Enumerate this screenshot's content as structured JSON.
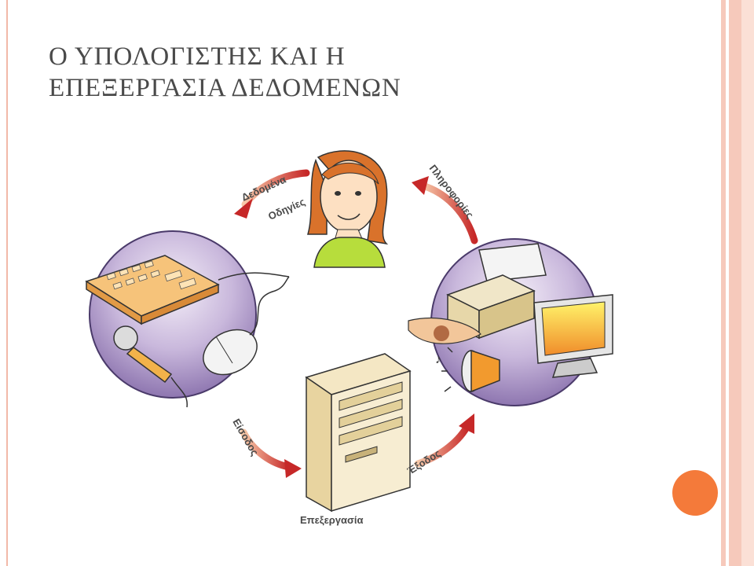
{
  "slide": {
    "title_line1": "Ο ΥΠΟΛΟΓΙΣΤΗΣ ΚΑΙ Η",
    "title_line2": "ΕΠΕΞΕΡΓΑΣΙΑ ΔΕΔΟΜΕΝΩΝ",
    "accent_color": "#f47a3a",
    "border_color": "#f6c9bb"
  },
  "diagram": {
    "labels": {
      "data": "Δεδομένα",
      "instructions": "Οδηγίες",
      "information": "Πληροφορίες",
      "input": "Είσοδος",
      "output": "Έξοδος",
      "processing": "Επεξεργασία"
    },
    "nodes": {
      "user": "user-icon",
      "input_devices": [
        "keyboard-icon",
        "microphone-icon",
        "mouse-icon"
      ],
      "processing_unit": "computer-tower-icon",
      "output_devices": [
        "printer-icon",
        "monitor-icon",
        "speaker-icon"
      ]
    },
    "circle_color": "#9c86b8",
    "arrow_color": "#c0392b"
  }
}
